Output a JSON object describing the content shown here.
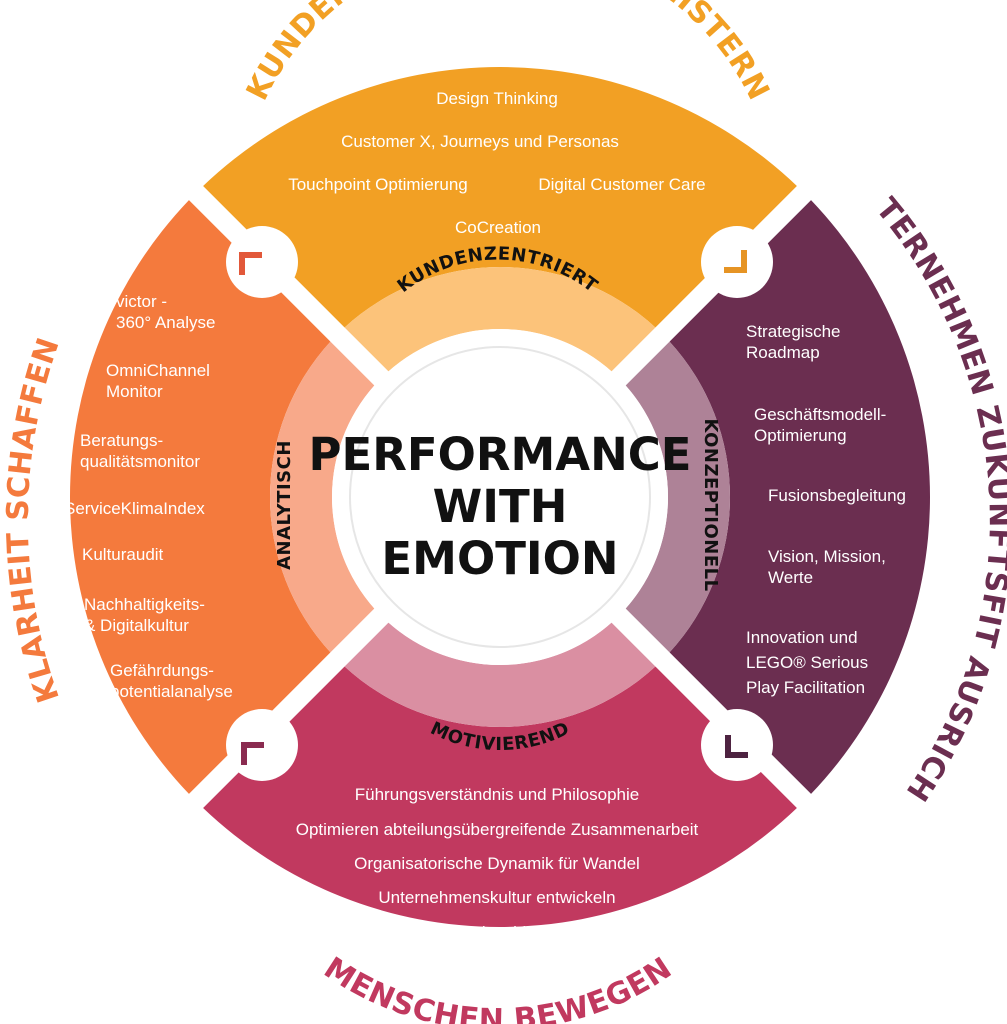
{
  "colors": {
    "orange": "#F2A024",
    "orange_light": "#FCC37A",
    "purple": "#6B2E50",
    "purple_light": "#AE8297",
    "magenta": "#C1395F",
    "magenta_light": "#DA8FA2",
    "coral": "#F47A3D",
    "coral_light": "#F8A98A",
    "center_ring": "#E8E8E8"
  },
  "center": {
    "line1": "PERFORMANCE",
    "line2": "WITH",
    "line3": "EMOTION"
  },
  "segments": {
    "top": {
      "title": "KUNDEN KENNEN UND BEGEISTERN",
      "inner_label": "KUNDENZENTRIERT",
      "items": [
        "Design Thinking",
        "Customer X, Journeys und Personas",
        "Touchpoint Optimierung",
        "Digital Customer Care",
        "CoCreation"
      ]
    },
    "right": {
      "title": "UNTERNEHMEN ZUKUNFTSFIT AUSRICHTEN",
      "inner_label": "KONZEPTIONELL",
      "items": [
        [
          "Strategische",
          "Roadmap"
        ],
        [
          "Geschäftsmodell-",
          "Optimierung"
        ],
        [
          "Fusionsbegleitung"
        ],
        [
          "Vision, Mission,",
          "Werte"
        ],
        [
          "Innovation und",
          "LEGO® Serious",
          "Play Facilitation"
        ]
      ]
    },
    "bottom": {
      "title": "MENSCHEN BEWEGEN",
      "inner_label": "MOTIVIEREND",
      "items": [
        "Führungsverständnis und Philosophie",
        "Optimieren abteilungsübergreifende Zusammenarbeit",
        "Organisatorische Dynamik für Wandel",
        "Unternehmenskultur entwickeln",
        "Employability"
      ]
    },
    "left": {
      "title": "KLARHEIT SCHAFFEN",
      "inner_label": "ANALYTISCH",
      "items": [
        [
          "victor -",
          "360° Analyse"
        ],
        [
          "OmniChannel",
          "Monitor"
        ],
        [
          "Beratungs-",
          "qualitätsmonitor"
        ],
        [
          "ServiceKlimaIndex"
        ],
        [
          "Kulturaudit"
        ],
        [
          "Nachhaltigkeits-",
          "& Digitalkultur"
        ],
        [
          "Gefährdungs-",
          "potentialanalyse"
        ]
      ]
    }
  },
  "connectors": [
    "arrow-corner-top-left",
    "arrow-corner-top-right",
    "arrow-corner-bottom-left",
    "arrow-corner-bottom-right"
  ]
}
